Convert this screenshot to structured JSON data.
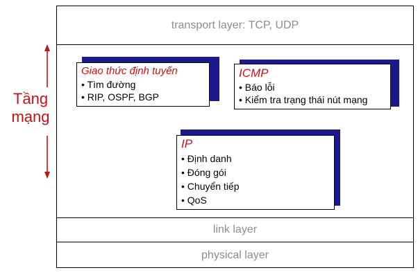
{
  "side_label": {
    "line1": "Tầng",
    "line2": "mạng",
    "color": "#cc1111"
  },
  "layers": {
    "transport": "transport layer: TCP, UDP",
    "link": "link layer",
    "physical": "physical layer"
  },
  "boxes": {
    "routing": {
      "title": "Giao thức định tuyến",
      "items": [
        "• Tìm đường",
        "• RIP, OSPF, BGP"
      ]
    },
    "icmp": {
      "title": "ICMP",
      "items": [
        "• Báo lỗi",
        "• Kiểm tra trạng thái nút mạng"
      ]
    },
    "ip": {
      "title": "IP",
      "items": [
        "• Định danh",
        "• Đóng gói",
        "• Chuyển tiếp",
        "• QoS"
      ]
    }
  },
  "colors": {
    "title": "#cc1111",
    "shadow": "#1a1a8c",
    "layer_text": "#8c8c8c"
  }
}
